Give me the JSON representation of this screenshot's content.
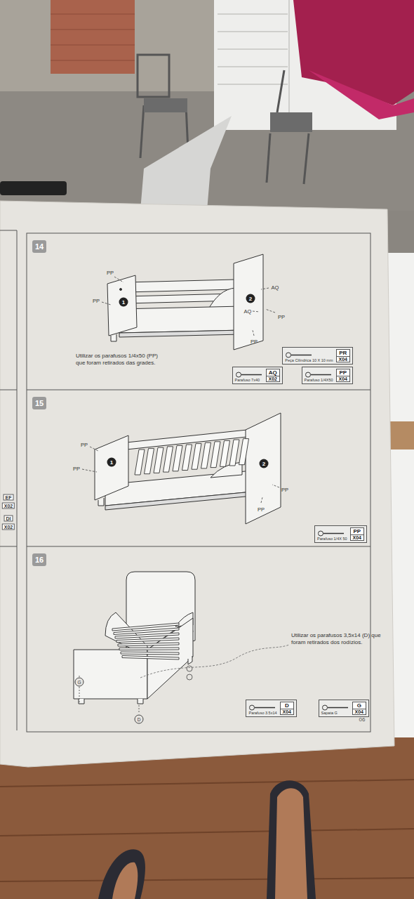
{
  "diagram": {
    "nodes": [
      {
        "text": [
          "14",
          "Utilizar os parafusos 1/4x50 (PP) que foram retirados das grades."
        ]
      },
      {
        "text": [
          "Peça Cilíndrica 10 X 10 mm",
          "PR",
          "X04"
        ],
        "in": 0
      },
      {
        "text": [
          "Parafuso 7x40",
          "AQ",
          "X02"
        ],
        "in": 0
      },
      {
        "text": [
          "Parafuso 1/4X50",
          "PP",
          "X04"
        ],
        "in": 0
      },
      {
        "text": [
          "15"
        ]
      },
      {
        "text": [
          "Parafuso 1/4X 50",
          "PP",
          "X04"
        ],
        "in": 4
      },
      {
        "text": [
          "16",
          "Utilizar os parafusos 3,5x14 (D) que foram retirados dos rodízios."
        ]
      },
      {
        "text": [
          "Parafuso 3.5x14",
          "D",
          "X04"
        ],
        "in": 6
      },
      {
        "text": [
          "Sapata G",
          "G",
          "X04"
        ],
        "in": 6
      }
    ],
    "labels": [
      "PP",
      "PP",
      "1",
      "AQ",
      "2",
      "AQ",
      "PP",
      "PP",
      "PP",
      "PP",
      "1",
      "2",
      "PP",
      "PP",
      "G",
      "D",
      "EF",
      "X02",
      "DI",
      "X02",
      "06"
    ]
  }
}
